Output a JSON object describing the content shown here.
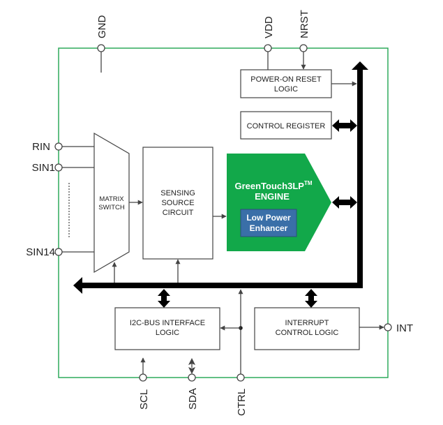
{
  "pins": {
    "gnd": "GND",
    "vdd": "VDD",
    "nrst": "NRST",
    "rin": "RIN",
    "sin1": "SIN1",
    "sin14": "SIN14",
    "int": "INT",
    "scl": "SCL",
    "sda": "SDA",
    "ctrl": "CTRL"
  },
  "blocks": {
    "power_on_reset": [
      "POWER-ON RESET",
      "LOGIC"
    ],
    "control_register": "CONTROL REGISTER",
    "matrix_switch": [
      "MATRIX",
      "SWITCH"
    ],
    "sensing_source": [
      "SENSING",
      "SOURCE",
      "CIRCUIT"
    ],
    "engine": {
      "name": "GreenTouch3LP",
      "trademark": "TM",
      "subtitle": "ENGINE"
    },
    "low_power_enhancer": [
      "Low Power",
      "Enhancer"
    ],
    "i2c_interface": [
      "I2C-BUS INTERFACE",
      "LOGIC"
    ],
    "interrupt_control": [
      "INTERRUPT",
      "CONTROL LOGIC"
    ]
  },
  "colors": {
    "chip_outline": "#2eaa5c",
    "engine_fill": "#12a84a",
    "enhancer_fill": "#3a6fa8",
    "bus": "#000000",
    "wire": "#444444"
  }
}
